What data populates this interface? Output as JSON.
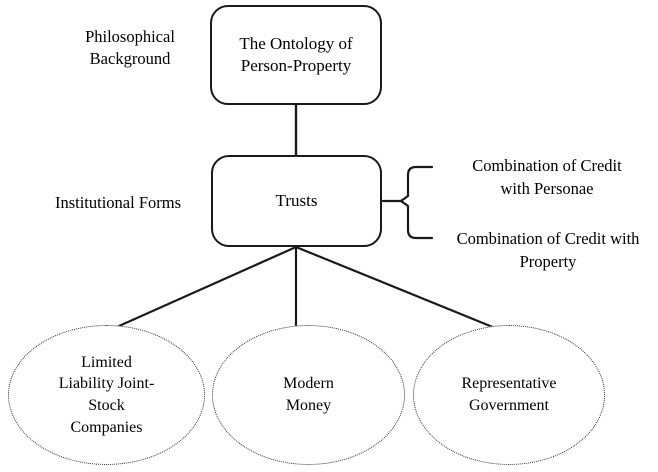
{
  "diagram": {
    "title": "The Ontology of Person-Property / Trusts hierarchy",
    "background_color": "#ffffff",
    "line_color": "#1a1a1a",
    "dotted_line_color": "#2b2b2b",
    "tiers": [
      {
        "id": "philosophical",
        "label": "Philosophical\nBackground"
      },
      {
        "id": "institutional",
        "label": "Institutional Forms"
      }
    ],
    "nodes": {
      "ontology": {
        "label": "The Ontology of\nPerson-Property",
        "shape": "rounded-rectangle",
        "border": "solid"
      },
      "trusts": {
        "label": "Trusts",
        "shape": "rounded-rectangle",
        "border": "solid"
      },
      "limited_liability": {
        "label": "Limited\nLiability Joint-\nStock\nCompanies",
        "shape": "ellipse",
        "border": "dotted"
      },
      "modern_money": {
        "label": "Modern\nMoney",
        "shape": "ellipse",
        "border": "dotted"
      },
      "representative_government": {
        "label": "Representative\nGovernment",
        "shape": "ellipse",
        "border": "dotted"
      }
    },
    "brace_captions": [
      {
        "id": "personae",
        "label": "Combination of Credit\nwith Personae"
      },
      {
        "id": "property",
        "label": "Combination of Credit with\nProperty"
      }
    ]
  }
}
